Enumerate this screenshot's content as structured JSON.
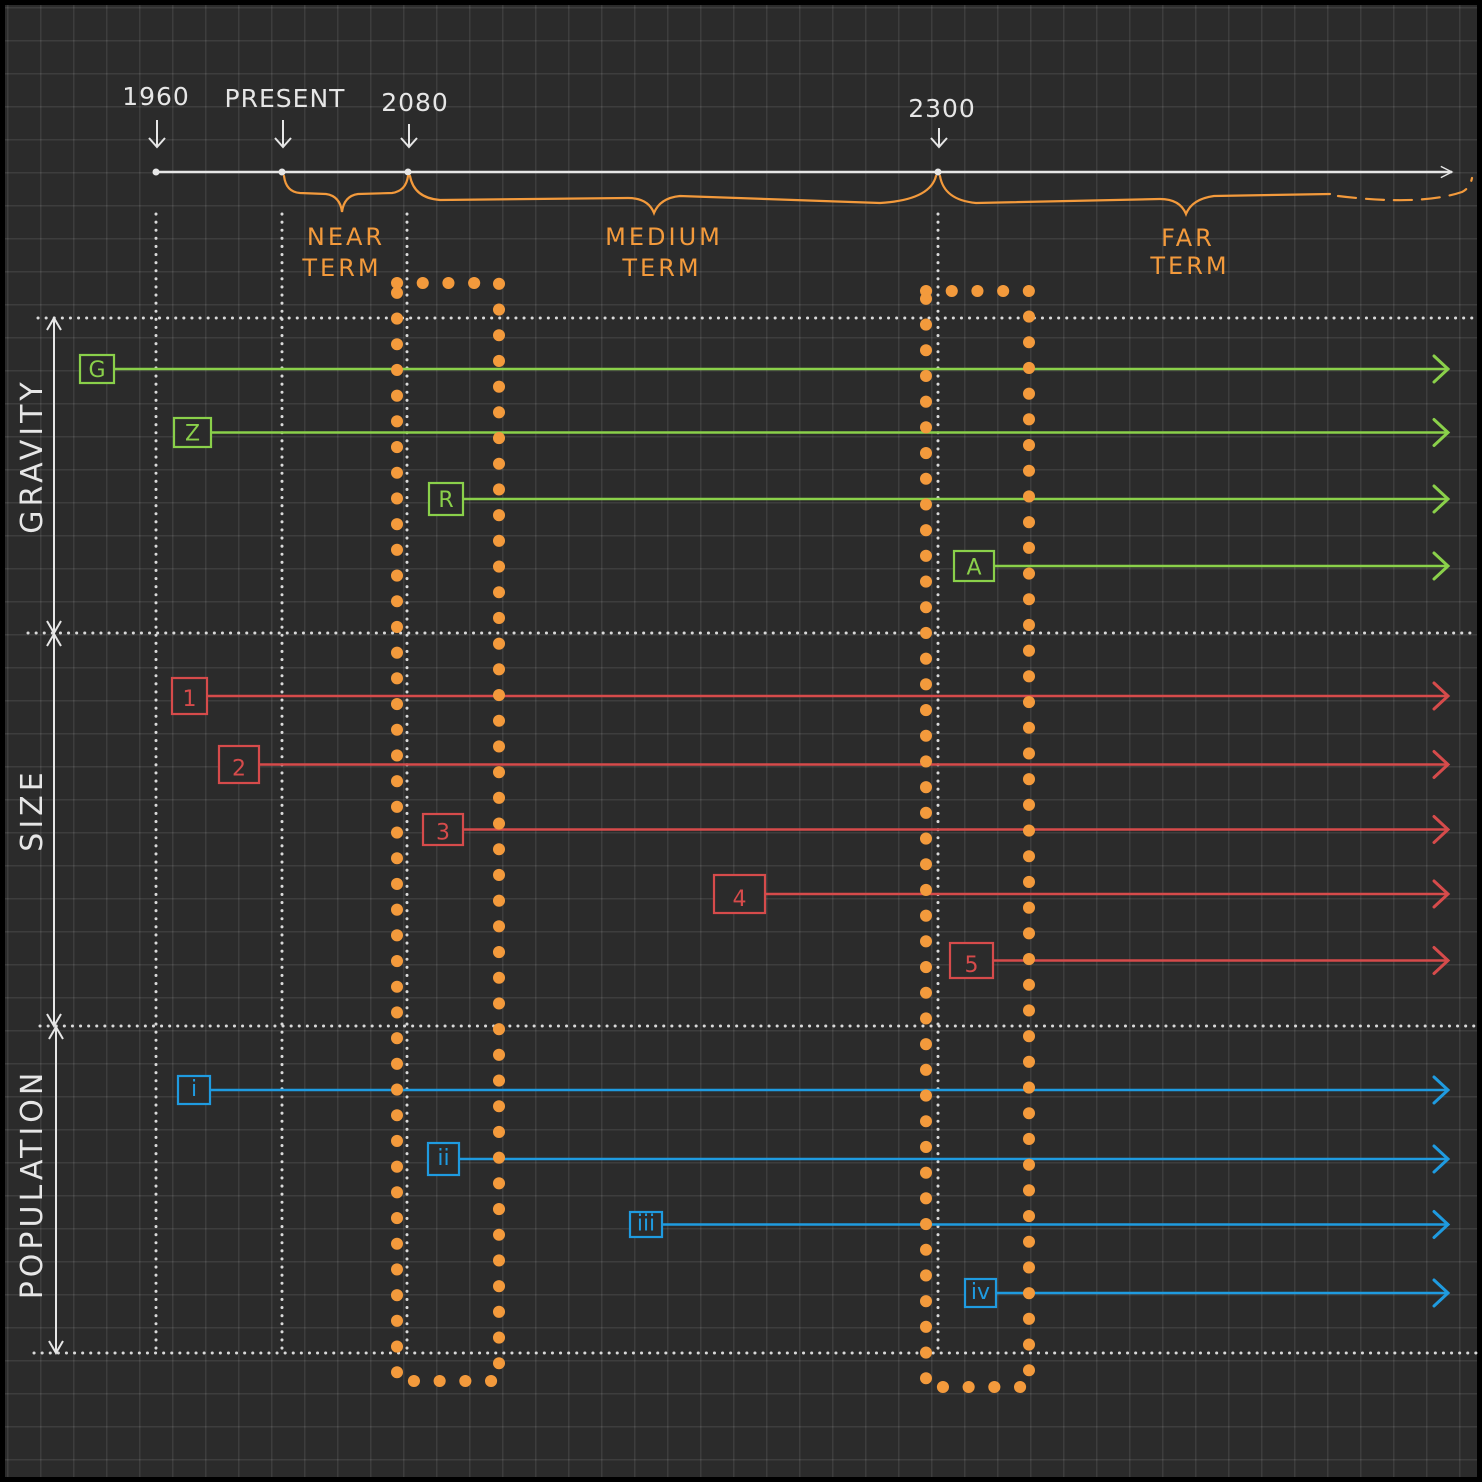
{
  "colors": {
    "background": "#2b2b2b",
    "grid": "#3a3a3a",
    "axis": "#e6e6e6",
    "orange": "#f39a3c",
    "gravity": "#8ad04a",
    "size": "#d64b4b",
    "population": "#1f9be0"
  },
  "timeline": {
    "dates": [
      {
        "key": "d1960",
        "label": "1960"
      },
      {
        "key": "dpresent",
        "label": "PRESENT"
      },
      {
        "key": "d2080",
        "label": "2080"
      },
      {
        "key": "d2300",
        "label": "2300"
      }
    ],
    "terms": [
      {
        "key": "near",
        "line1": "NEAR",
        "line2": "TERM"
      },
      {
        "key": "medium",
        "line1": "MEDIUM",
        "line2": "TERM"
      },
      {
        "key": "far",
        "line1": "FAR",
        "line2": "TERM"
      }
    ]
  },
  "categories": [
    {
      "key": "gravity",
      "label": "GRAVITY",
      "color": "#8ad04a",
      "items": [
        {
          "label": "G"
        },
        {
          "label": "Z"
        },
        {
          "label": "R"
        },
        {
          "label": "A"
        }
      ]
    },
    {
      "key": "size",
      "label": "SIZE",
      "color": "#d64b4b",
      "items": [
        {
          "label": "1"
        },
        {
          "label": "2"
        },
        {
          "label": "3"
        },
        {
          "label": "4"
        },
        {
          "label": "5"
        }
      ]
    },
    {
      "key": "population",
      "label": "POPULATION",
      "color": "#1f9be0",
      "items": [
        {
          "label": "i"
        },
        {
          "label": "ii"
        },
        {
          "label": "iii"
        },
        {
          "label": "iv"
        }
      ]
    }
  ]
}
